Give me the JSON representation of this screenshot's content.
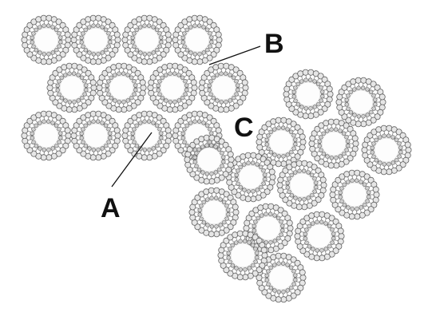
{
  "figure": {
    "labels": {
      "a": "A",
      "b": "B",
      "c": "C"
    },
    "colors": {
      "bead": "#9a9a9a",
      "bead_edge": "#5f5f5f",
      "fill": "#fdfdfd",
      "ink": "#111111"
    },
    "groups": [
      {
        "name": "upper-left-array",
        "micelle_count": 12
      },
      {
        "name": "lower-right-array",
        "micelle_count": 14
      }
    ]
  }
}
